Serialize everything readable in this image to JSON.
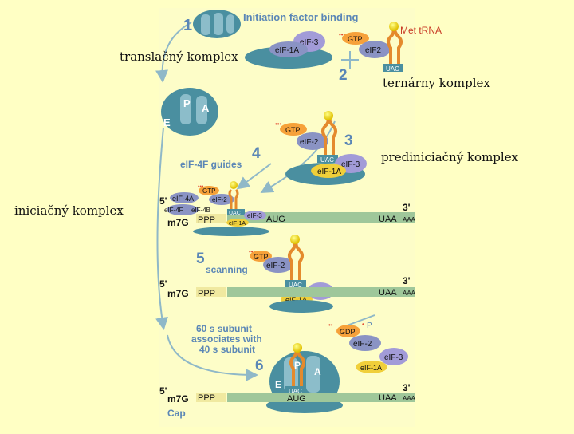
{
  "labels": {
    "translation_complex": "translačný komplex",
    "ternary_complex": "ternárny komplex",
    "preinitiation_complex": "prediniciačný komplex",
    "initiation_complex": "iniciačný komplex",
    "met_trna": "Met tRNA"
  },
  "steps": {
    "s1": {
      "number": "1",
      "title": "Initiation factor binding"
    },
    "s2": {
      "number": "2"
    },
    "s3": {
      "number": "3"
    },
    "s4": {
      "number": "4",
      "title": "eIF-4F guides"
    },
    "s5": {
      "number": "5",
      "title": "scanning"
    },
    "s6": {
      "number": "6",
      "title_line1": "60 s subunit",
      "title_line2": "associates with",
      "title_line3": "40 s subunit"
    }
  },
  "factors": {
    "eif3": "eIF-3",
    "eif1a": "eIF-1A",
    "eif2": "eIF-2",
    "eif2_short": "eIF2",
    "eif4a": "eIF-4A",
    "eif4b": "eIF-4B",
    "eif4f": "eIF-4F",
    "gtp": "GTP",
    "gdp": "GDP",
    "p": "P",
    "uac": "UAC"
  },
  "ribosome_sites": {
    "e": "E",
    "p": "P",
    "a": "A"
  },
  "mrna": {
    "five_prime": "5'",
    "three_prime": "3'",
    "cap": "m7G",
    "ppp": "PPP",
    "start_codon": "AUG",
    "stop_codon": "UAA",
    "poly_a": "AAA",
    "cap_label": "Cap"
  },
  "colors": {
    "background": "#ffffc4",
    "ribosome": "#4a8fa0",
    "ribosome_light": "#8cbdca",
    "mrna": "#9fc79a",
    "eif3": "#a29bd8",
    "eif2": "#8a93c4",
    "eif1a": "#f0cf3a",
    "gtp": "#f6a13a",
    "trna": "#e48a2d",
    "title": "#5a86b6"
  }
}
